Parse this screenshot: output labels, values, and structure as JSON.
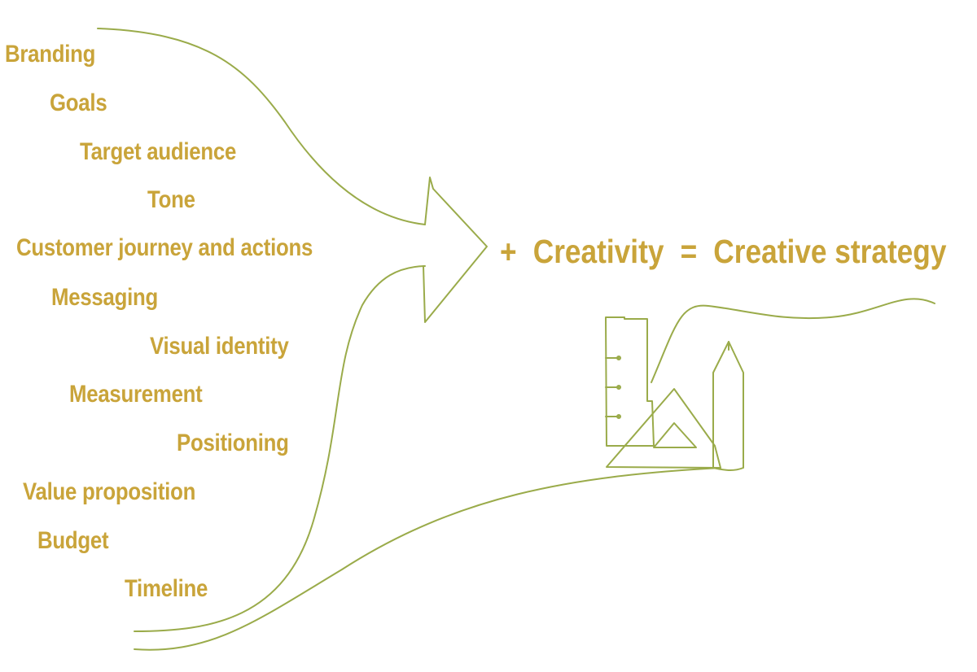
{
  "labels": [
    "Branding",
    "Goals",
    "Target audience",
    "Tone",
    "Customer journey and actions",
    "Messaging",
    "Visual identity",
    "Measurement",
    "Positioning",
    "Value proposition",
    "Budget",
    "Timeline"
  ],
  "equation": {
    "plus": "+",
    "creativity": "Creativity",
    "equals": "=",
    "result": "Creative strategy"
  },
  "icons": {
    "tools": "ruler-triangle-pencil-icon",
    "arrow": "hand-drawn-arrow-icon"
  },
  "colors": {
    "text": "#c9a43a",
    "line": "#9aab4a"
  }
}
